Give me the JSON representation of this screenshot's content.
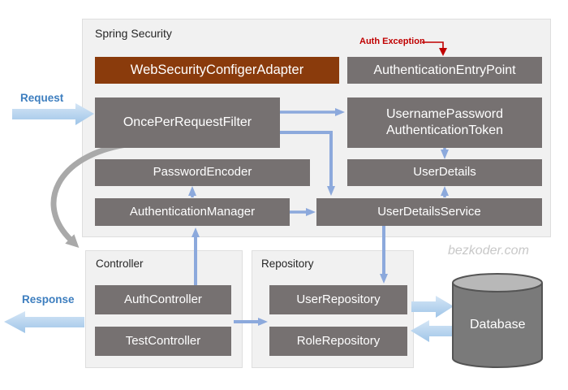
{
  "labels": {
    "spring_security": "Spring Security",
    "controller": "Controller",
    "repository": "Repository",
    "request": "Request",
    "response": "Response",
    "auth_exception": "Auth Exception",
    "watermark": "bezkoder.com",
    "database": "Database"
  },
  "boxes": {
    "web_security_configer_adapter": "WebSecurityConfigerAdapter",
    "authentication_entry_point": "AuthenticationEntryPoint",
    "once_per_request_filter": "OncePerRequestFilter",
    "username_password_token": [
      "UsernamePassword",
      "AuthenticationToken"
    ],
    "password_encoder": "PasswordEncoder",
    "user_details": "UserDetails",
    "authentication_manager": "AuthenticationManager",
    "user_details_service": "UserDetailsService",
    "auth_controller": "AuthController",
    "test_controller": "TestController",
    "user_repository": "UserRepository",
    "role_repository": "RoleRepository"
  },
  "colors": {
    "box_gray": "#767171",
    "box_brown": "#8A3B0C",
    "container_bg": "#F1F1F1",
    "container_border": "#DEDEDE",
    "arrow_blue": "#8CA9DC",
    "block_arrow_light": "#CFE2F3",
    "block_arrow_dark": "#9FC5E8",
    "label_blue": "#3D7EBF",
    "red": "#C00000",
    "curve_gray": "#A9A9A9",
    "db_body": "#7A7A7A",
    "db_top": "#B8B8B8",
    "watermark": "#C8C8C8"
  }
}
